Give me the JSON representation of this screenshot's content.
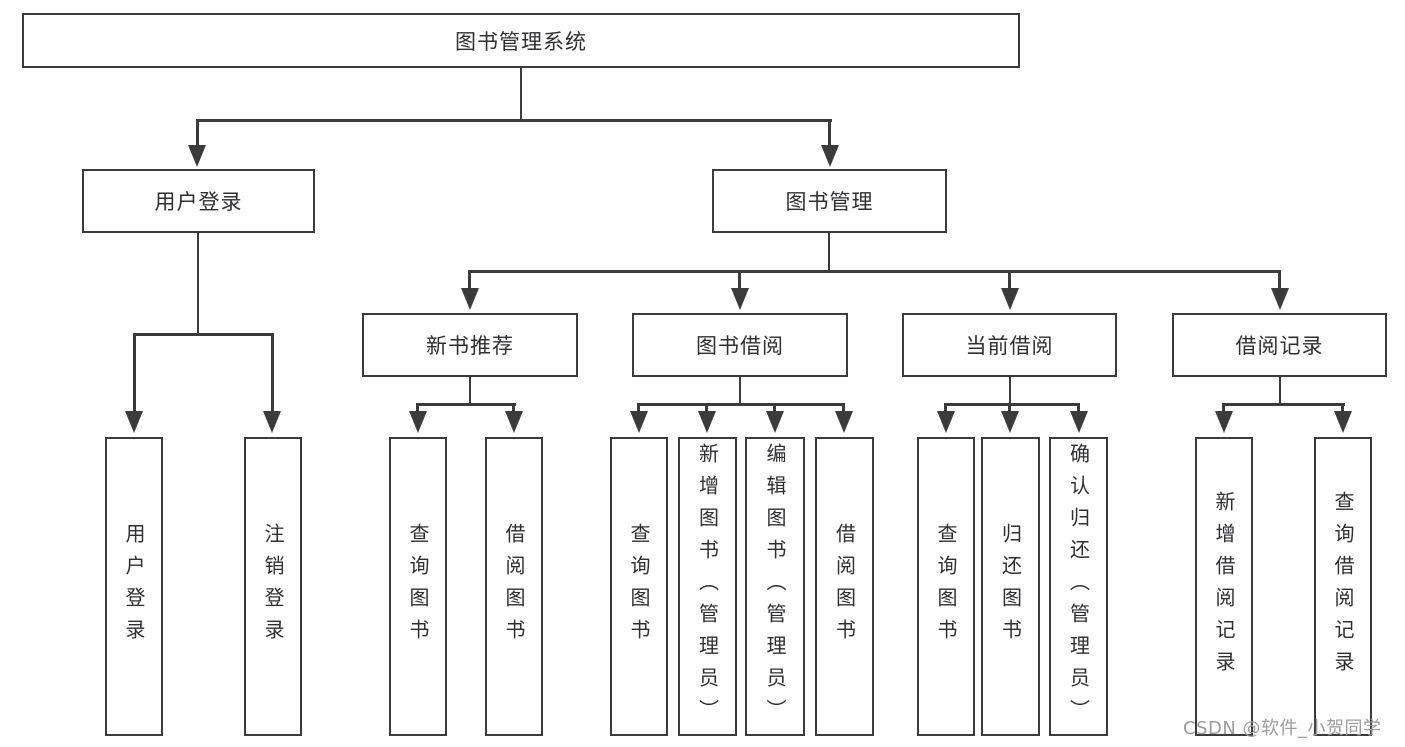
{
  "tree": {
    "root": "图书管理系统",
    "user_login": {
      "label": "用户登录",
      "children": [
        "用户登录",
        "注销登录"
      ]
    },
    "book_management": {
      "label": "图书管理",
      "sections": [
        {
          "label": "新书推荐",
          "children": [
            "查询图书",
            "借阅图书"
          ]
        },
        {
          "label": "图书借阅",
          "children": [
            "查询图书",
            "新增图书（管理员）",
            "编辑图书（管理员）",
            "借阅图书"
          ]
        },
        {
          "label": "当前借阅",
          "children": [
            "查询图书",
            "归还图书",
            "确认归还（管理员）"
          ]
        },
        {
          "label": "借阅记录",
          "children": [
            "新增借阅记录",
            "查询借阅记录"
          ]
        }
      ]
    }
  },
  "watermark": "CSDN @软件_小贺同学",
  "colors": {
    "line": "#3b3b3b",
    "text": "#2f2f33",
    "watermark": "#9b9ba1",
    "background": "#ffffff"
  }
}
